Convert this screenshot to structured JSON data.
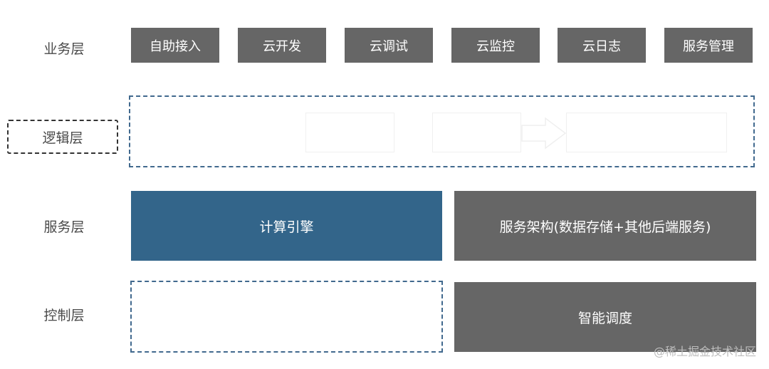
{
  "layers": {
    "business": "业务层",
    "logic": "逻辑层",
    "service": "服务层",
    "control": "控制层"
  },
  "business_boxes": [
    "自助接入",
    "云开发",
    "云调试",
    "云监控",
    "云日志",
    "服务管理"
  ],
  "service_blocks": {
    "compute_engine": "计算引擎",
    "service_architecture": "服务架构(数据存储+其他后端服务)"
  },
  "control_blocks": {
    "smart_scheduling": "智能调度"
  },
  "watermark": "@稀土掘金技术社区",
  "colors": {
    "box_gray": "#666666",
    "compute_blue": "#33658a",
    "dashed_blue": "#41698e",
    "label_text": "#4a4a4a"
  }
}
